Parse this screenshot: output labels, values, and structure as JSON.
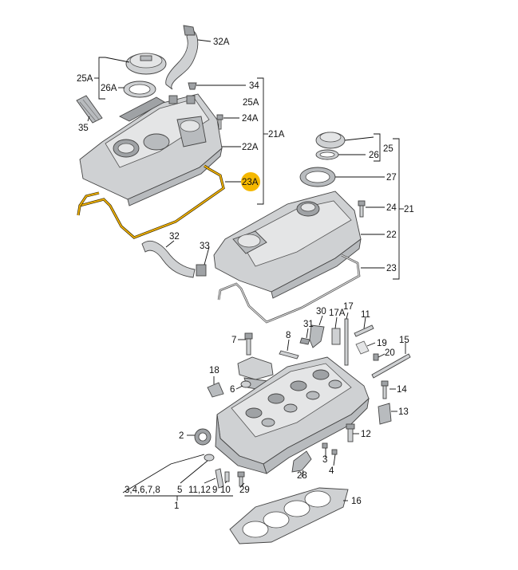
{
  "diagram": {
    "highlight_color": "#f5b800",
    "labels": {
      "l32A": "32A",
      "l25A_left": "25A",
      "l26A": "26A",
      "l34": "34",
      "l25A_right": "25A",
      "l35": "35",
      "l24A": "24A",
      "l21A": "21A",
      "l22A": "22A",
      "l23A": "23A",
      "l25": "25",
      "l26": "26",
      "l27": "27",
      "l24": "24",
      "l21": "21",
      "l22": "22",
      "l32": "32",
      "l33": "33",
      "l23": "23",
      "l30": "30",
      "l17": "17",
      "l17A": "17A",
      "l11_top": "11",
      "l31": "31",
      "l7": "7",
      "l8": "8",
      "l19": "19",
      "l15": "15",
      "l20": "20",
      "l18": "18",
      "l6": "6",
      "l14": "14",
      "l13": "13",
      "l2": "2",
      "l12": "12",
      "l3": "3",
      "l4": "4",
      "l28": "28",
      "l3678": "3,4,6,7,8",
      "l5": "5",
      "l1129": "11,12",
      "l29b": "9",
      "l10": "10",
      "l29": "29",
      "l16": "16",
      "l1": "1"
    }
  }
}
